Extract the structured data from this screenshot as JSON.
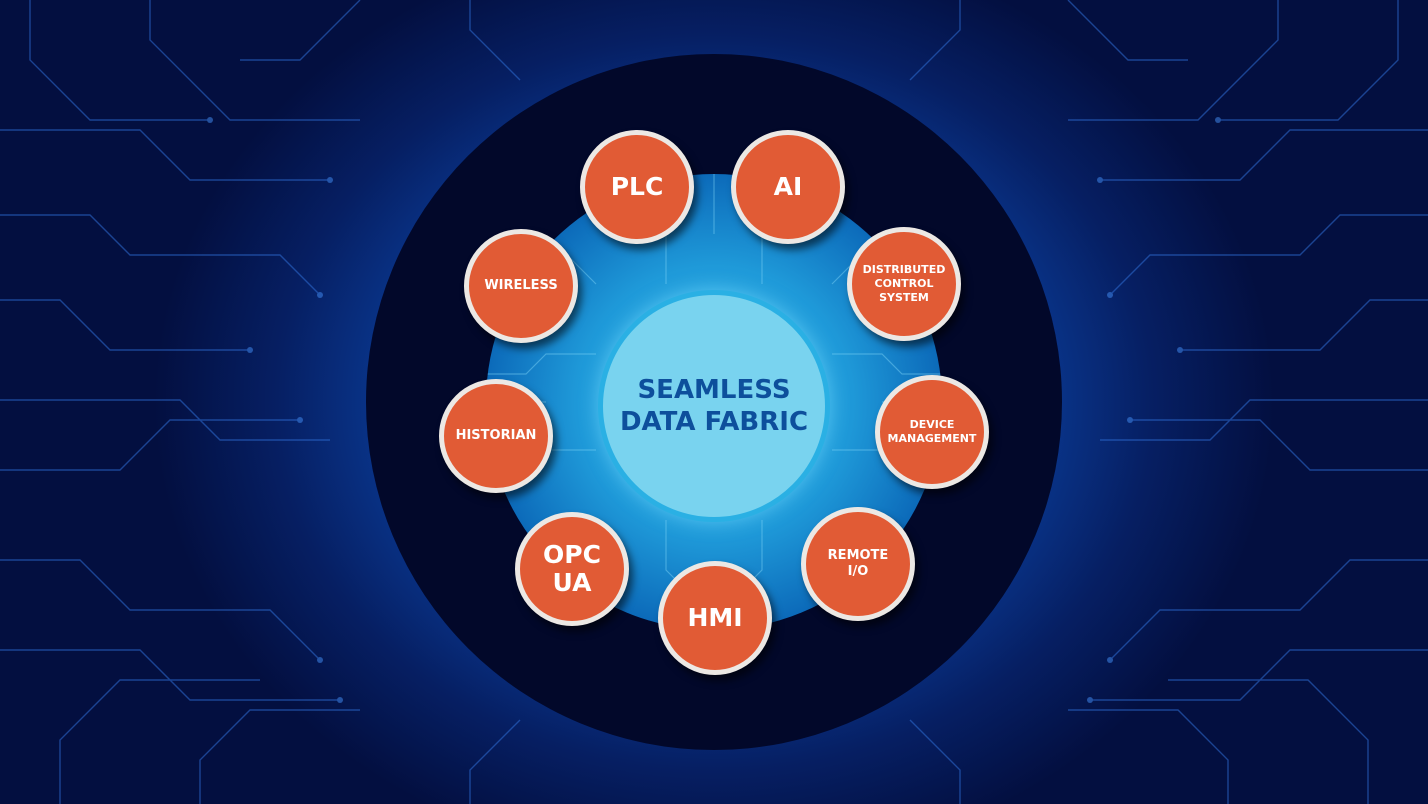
{
  "hub": {
    "title": "SEAMLESS\nDATA FABRIC"
  },
  "nodes": [
    {
      "id": "plc",
      "label": "PLC"
    },
    {
      "id": "ai",
      "label": "AI"
    },
    {
      "id": "dcs",
      "label": "DISTRIBUTED\nCONTROL\nSYSTEM"
    },
    {
      "id": "device-management",
      "label": "DEVICE\nMANAGEMENT"
    },
    {
      "id": "remote-io",
      "label": "REMOTE\nI/O"
    },
    {
      "id": "hmi",
      "label": "HMI"
    },
    {
      "id": "opc-ua",
      "label": "OPC\nUA"
    },
    {
      "id": "historian",
      "label": "HISTORIAN"
    },
    {
      "id": "wireless",
      "label": "WIRELESS"
    }
  ],
  "colors": {
    "node_fill": "#e15b35",
    "node_border": "#ece8e4",
    "hub_fill": "#79d3ef",
    "hub_text": "#0d4f9c",
    "outer_ring": "#02082a",
    "background": "#0a3a94"
  }
}
